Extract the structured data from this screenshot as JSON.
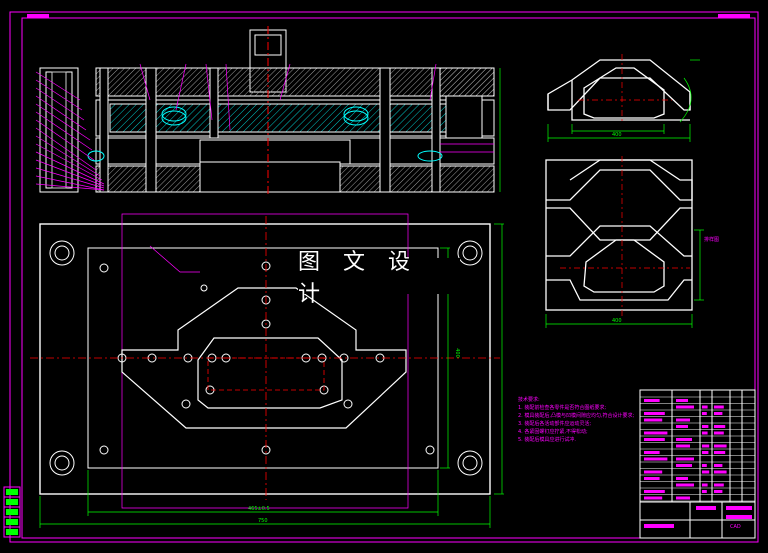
{
  "watermark": {
    "text": "图 文 设 计"
  },
  "notes": {
    "heading": "技术要求:",
    "lines": [
      "1. 装配前检查各零件是否符合图纸要求;",
      "2. 模具装配后,凸模与凹模间隙应均匀,符合设计要求;",
      "3. 装配后各活动部件应运动灵活;",
      "4. 各紧固螺钉应拧紧,不得松动;",
      "5. 装配后模具应进行试冲."
    ]
  },
  "dims": {
    "bottom_a": "465±0.5",
    "bottom_b": "750",
    "right_small": "400",
    "part_top_w": "400",
    "part_bot_w": "400",
    "layout_label": "排样图"
  },
  "title_block": {
    "label": "CAD"
  },
  "colors": {
    "frame": "#ff00ff",
    "outline": "#ffffff",
    "center": "#ff0000",
    "dim": "#00ff00",
    "leader": "#ff00ff",
    "text": "#ff00ff",
    "hatch": "#00ffff",
    "spring": "#00ffff"
  }
}
